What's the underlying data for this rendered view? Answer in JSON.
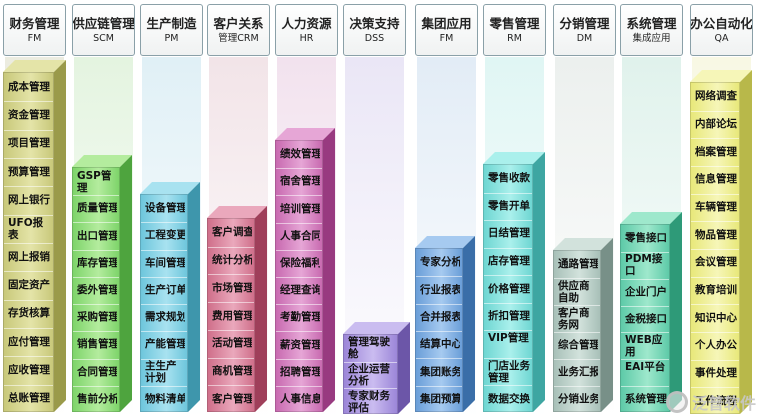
{
  "columns": [
    {
      "title": "财务管理",
      "code": "FM",
      "items": [
        "成本管理",
        "资金管理",
        "项目管理",
        "预算管理",
        "网上银行",
        "UFO报表",
        "网上报销",
        "固定资产",
        "存货核算",
        "应付管理",
        "应收管理",
        "总账管理"
      ],
      "color": "#c8c87a",
      "light": "#e4e4a8",
      "dark": "#9a9a4a"
    },
    {
      "title": "供应链管理",
      "code": "SCM",
      "items": [
        "GSP管理",
        "质量管理",
        "出口管理",
        "库存管理",
        "委外管理",
        "采购管理",
        "销售管理",
        "合同管理",
        "售前分析"
      ],
      "color": "#7ed46a",
      "light": "#b4ec9e",
      "dark": "#4ea43e"
    },
    {
      "title": "生产制造",
      "code": "PM",
      "items": [
        "设备管理",
        "工程变更",
        "车间管理",
        "生产订单",
        "需求规划",
        "产能管理",
        "主生产计划",
        "物料清单"
      ],
      "color": "#6ec6dc",
      "light": "#a8e2f0",
      "dark": "#3e96ac"
    },
    {
      "title": "客户关系",
      "code": "管理CRM",
      "items": [
        "客户调查",
        "统计分析",
        "市场管理",
        "费用管理",
        "活动管理",
        "商机管理",
        "客户管理"
      ],
      "color": "#cf6f8a",
      "light": "#eaa8bc",
      "dark": "#9f3f5a"
    },
    {
      "title": "人力资源",
      "code": "HR",
      "items": [
        "绩效管理",
        "宿舍管理",
        "培训管理",
        "人事合同",
        "保险福利",
        "经理查询",
        "考勤管理",
        "薪资管理",
        "招聘管理",
        "人事信息"
      ],
      "color": "#c86ab0",
      "light": "#e6a6d6",
      "dark": "#983a80"
    },
    {
      "title": "决策支持",
      "code": "DSS",
      "items": [
        "管理驾驶舱",
        "企业运营分析",
        "专家财务评估"
      ],
      "color": "#9c86d8",
      "light": "#cabcf0",
      "dark": "#6c56a8"
    },
    {
      "title": "集团应用",
      "code": "FM",
      "items": [
        "专家分析",
        "行业报表",
        "合并报表",
        "结算中心",
        "集团账务",
        "集团预算"
      ],
      "color": "#6a9ed8",
      "light": "#a6caf0",
      "dark": "#3a6ea8"
    },
    {
      "title": "零售管理",
      "code": "RM",
      "items": [
        "零售收款",
        "零售开单",
        "日结管理",
        "店存管理",
        "价格管理",
        "折扣管理",
        "VIP管理",
        "门店业务管理",
        "数据交换"
      ],
      "color": "#6ed6d2",
      "light": "#aaf0ec",
      "dark": "#3ea6a2"
    },
    {
      "title": "分销管理",
      "code": "DM",
      "items": [
        "通路管理",
        "供应商自助",
        "客户商务网",
        "综合管理",
        "业务汇报",
        "分销业务"
      ],
      "color": "#a8c0b8",
      "light": "#d2e2dc",
      "dark": "#789088"
    },
    {
      "title": "系统管理",
      "code": "集成应用",
      "items": [
        "零售接口",
        "PDM接口",
        "企业门户",
        "金税接口",
        "WEB应用",
        "EAI平台",
        "系统管理"
      ],
      "color": "#5ecaa8",
      "light": "#9ee8cc",
      "dark": "#2e9a78"
    },
    {
      "title": "办公自动化",
      "code": "QA",
      "items": [
        "网络调查",
        "内部论坛",
        "档案管理",
        "信息管理",
        "车辆管理",
        "物品管理",
        "会议管理",
        "教育培训",
        "知识中心",
        "个人办公",
        "事件处理",
        "工作流程"
      ],
      "color": "#e8e87a",
      "light": "#f6f6b8",
      "dark": "#b8b84a"
    }
  ],
  "watermark": "泛普软件"
}
